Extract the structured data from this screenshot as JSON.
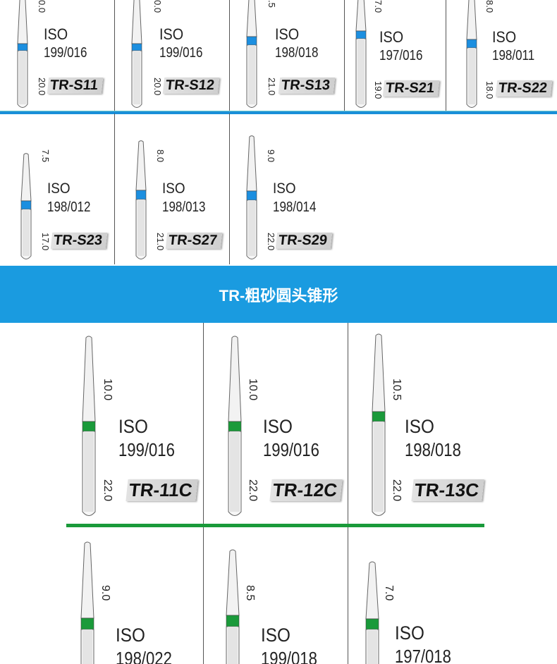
{
  "colors": {
    "fine_band": "#1c8fe0",
    "coarse_band": "#1a9a3a",
    "banner": "#1a9be0",
    "divider_blue": "#1a8fd8",
    "divider_green": "#1a9a3a"
  },
  "section_fine": {
    "items": [
      {
        "length_top": "0.0",
        "iso_label": "ISO",
        "iso_code": "199/016",
        "length_bottom": "20.0",
        "model": "TR-S11"
      },
      {
        "length_top": "0.0",
        "iso_label": "ISO",
        "iso_code": "199/016",
        "length_bottom": "20.0",
        "model": "TR-S12"
      },
      {
        "length_top": ".5",
        "iso_label": "ISO",
        "iso_code": "198/018",
        "length_bottom": "21.0",
        "model": "TR-S13"
      },
      {
        "length_top": "7.0",
        "iso_label": "ISO",
        "iso_code": "197/016",
        "length_bottom": "19.0",
        "model": "TR-S21"
      },
      {
        "length_top": "8.0",
        "iso_label": "ISO",
        "iso_code": "198/011",
        "length_bottom": "18.0",
        "model": "TR-S22"
      },
      {
        "length_top": "7.5",
        "iso_label": "ISO",
        "iso_code": "198/012",
        "length_bottom": "17.0",
        "model": "TR-S23"
      },
      {
        "length_top": "8.0",
        "iso_label": "ISO",
        "iso_code": "198/013",
        "length_bottom": "21.0",
        "model": "TR-S27"
      },
      {
        "length_top": "9.0",
        "iso_label": "ISO",
        "iso_code": "198/014",
        "length_bottom": "22.0",
        "model": "TR-S29"
      }
    ]
  },
  "banner": {
    "title": "TR-粗砂圆头锥形"
  },
  "section_coarse": {
    "items": [
      {
        "length_top": "10.0",
        "iso_label": "ISO",
        "iso_code": "199/016",
        "length_bottom": "22.0",
        "model": "TR-11C"
      },
      {
        "length_top": "10.0",
        "iso_label": "ISO",
        "iso_code": "199/016",
        "length_bottom": "22.0",
        "model": "TR-12C"
      },
      {
        "length_top": "10.5",
        "iso_label": "ISO",
        "iso_code": "198/018",
        "length_bottom": "22.0",
        "model": "TR-13C"
      },
      {
        "length_top": "9.0",
        "iso_label": "ISO",
        "iso_code": "198/022"
      },
      {
        "length_top": "8.5",
        "iso_label": "ISO",
        "iso_code": "199/018"
      },
      {
        "length_top": "7.0",
        "iso_label": "ISO",
        "iso_code": "197/018"
      }
    ]
  }
}
